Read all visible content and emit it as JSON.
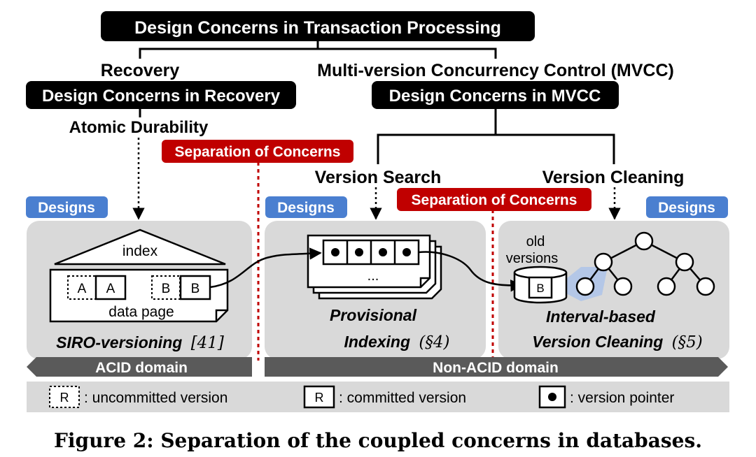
{
  "top_title": "Design Concerns in Transaction Processing",
  "recovery": {
    "label": "Recovery",
    "box": "Design Concerns in Recovery",
    "sub": "Atomic Durability"
  },
  "mvcc": {
    "label": "Multi-version Concurrency Control (MVCC)",
    "box": "Design Concerns in MVCC",
    "search": "Version Search",
    "cleaning": "Version Cleaning"
  },
  "separation_label": "Separation of Concerns",
  "designs_label": "Designs",
  "siro": {
    "index": "index",
    "data_page": "data page",
    "versions": [
      "A",
      "A",
      "B",
      "B"
    ],
    "title_main": "SIRO-versioning",
    "title_ref": "[41]"
  },
  "provisional": {
    "ellipsis": "...",
    "line1": "Provisional",
    "line2_main": "Indexing",
    "line2_ref": "(§4)"
  },
  "cleaning": {
    "old_line1": "old",
    "old_line2": "versions",
    "version": "B",
    "line1": "Interval-based",
    "line2_main": "Version Cleaning",
    "line2_ref": "(§5)"
  },
  "domains": {
    "acid": "ACID domain",
    "non_acid": "Non-ACID domain"
  },
  "legend": {
    "uncommitted_symbol": "R",
    "uncommitted_text": ": uncommitted version",
    "committed_symbol": "R",
    "committed_text": ": committed version",
    "pointer_text": ": version pointer"
  },
  "caption": "Figure 2: Separation of the coupled concerns in databases.",
  "colors": {
    "header_bg": "#000000",
    "separation_red": "#c00000",
    "designs_blue": "#4a7fd0",
    "panel_gray": "#d9d9d9",
    "domain_dark": "#5a5a5a",
    "legend_gray": "#d9d9d9",
    "cleaning_highlight": "#b4c7e7"
  }
}
